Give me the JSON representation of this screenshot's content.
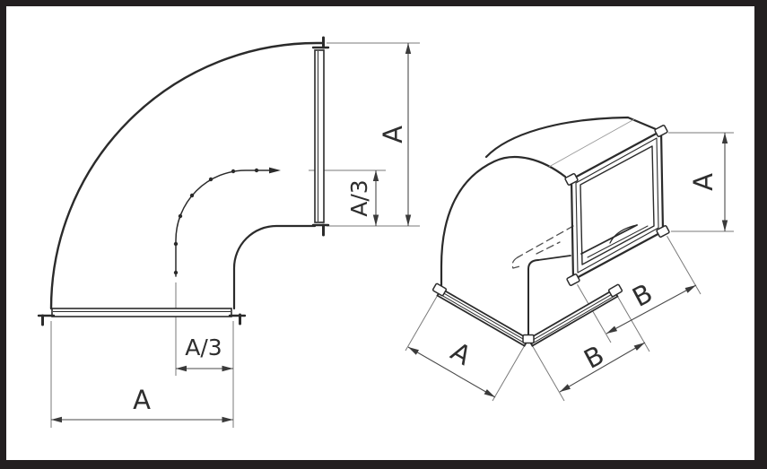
{
  "figure": {
    "kind": "technical line drawing, 90-degree rectangular duct elbow, two views"
  },
  "colors": {
    "background": "#ffffff",
    "frame_border": "#231f20",
    "main_line": "#2b2b2b",
    "dimension_line": "#4a4a4a",
    "extension_line": "#7a7a7a",
    "hidden_line": "#4f4f4f",
    "label_text": "#2e2e2e"
  },
  "elevation_view": {
    "dim_labels": {
      "right_outer": "A",
      "right_inner": "A/3",
      "bottom_inner": "A/3",
      "bottom_outer": "A"
    }
  },
  "isometric_view": {
    "dim_labels": {
      "height": "A",
      "depth_upper": "B",
      "depth_lower": "B",
      "width": "A"
    }
  }
}
